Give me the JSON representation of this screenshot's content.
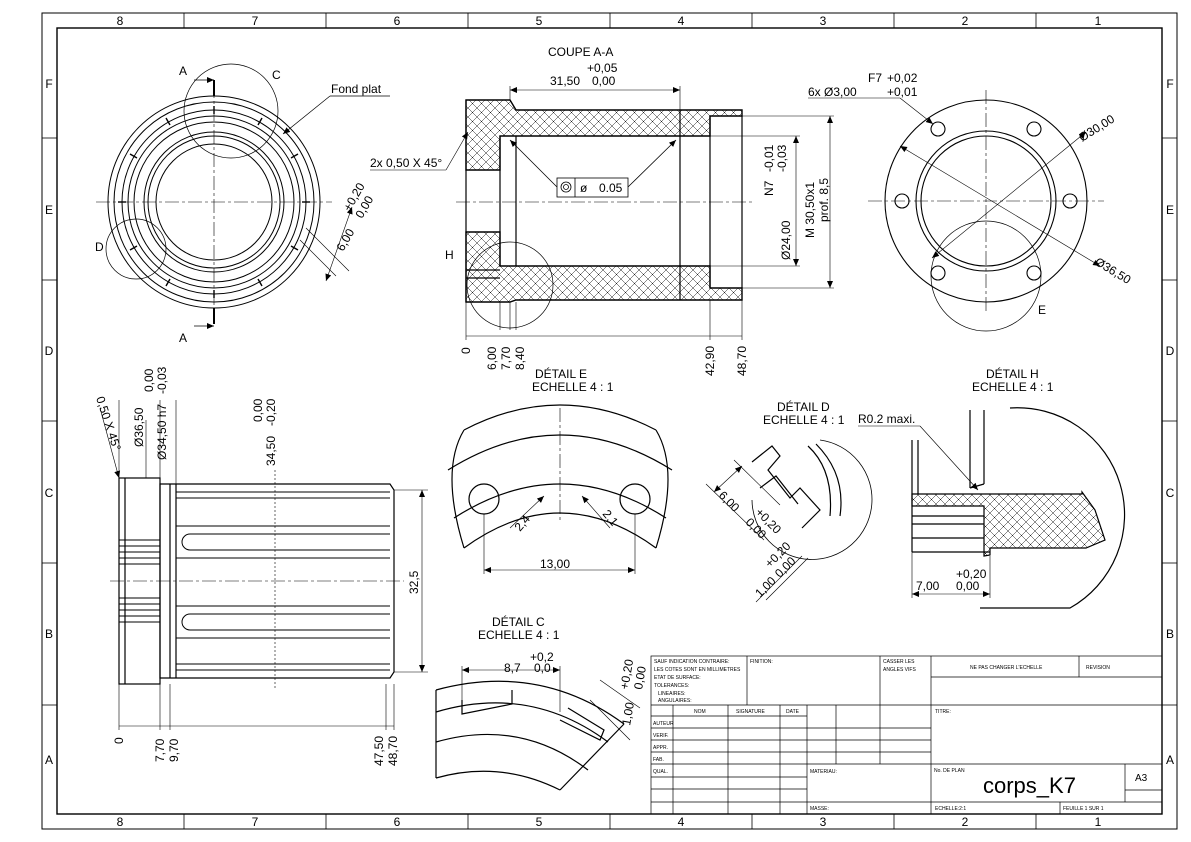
{
  "frame": {
    "columns": [
      "8",
      "7",
      "6",
      "5",
      "4",
      "3",
      "2",
      "1"
    ],
    "rows": [
      "F",
      "E",
      "D",
      "C",
      "B",
      "A"
    ]
  },
  "views": {
    "front_left": {
      "section_mark_a_top": "A",
      "section_mark_a_bottom": "A",
      "detail_c_label": "C",
      "detail_d_label": "D",
      "note_fond_plat": "Fond plat",
      "dim_6": "6,00",
      "dim_6_tol_plus": "+0,20",
      "dim_6_tol_zero": "0,00"
    },
    "section_aa": {
      "title": "COUPE A-A",
      "dim_len": "31,50",
      "dim_len_tol_plus": "+0,05",
      "dim_len_tol_zero": "0,00",
      "chamfer": "2x 0,50 X 45°",
      "concentricity": "0.05",
      "dia_bore": "Ø24,00",
      "bore_tol": "N7",
      "bore_tol_a": "-0,01",
      "bore_tol_b": "-0,03",
      "thread": "M 30,50x1",
      "thread_depth": "prof. 8,5",
      "detail_h_label": "H",
      "ord_0": "0",
      "ord_600": "6,00",
      "ord_770": "7,70",
      "ord_840": "8,40",
      "ord_4290": "42,90",
      "ord_4870": "48,70"
    },
    "end_right": {
      "holes": "6x Ø3,00",
      "holes_fit": "F7",
      "holes_tol_a": "+0,02",
      "holes_tol_b": "+0,01",
      "dia_30": "Ø30,00",
      "dia_3650": "Ø36,50",
      "detail_e_label": "E"
    },
    "side_lower": {
      "chamfer": "0,50 X 45°",
      "dia_3650": "Ø36,50",
      "dia_3450": "Ø34,50 h7",
      "dia_3450_tol_zero": "0,00",
      "dia_3450_tol_minus": "-0,03",
      "mid_dim": "34,50",
      "mid_tol_zero": "0,00",
      "mid_tol_minus": "-0,20",
      "height": "32,5",
      "ord_0": "0",
      "ord_770": "7,70",
      "ord_970": "9,70",
      "ord_4750": "47,50",
      "ord_4870": "48,70"
    },
    "detail_e": {
      "title": "DÉTAIL E",
      "scale": "ECHELLE 4 : 1",
      "r_left": "2,4",
      "r_right": "2,1",
      "width": "13,00"
    },
    "detail_d": {
      "title": "DÉTAIL D",
      "scale": "ECHELLE 4 : 1",
      "dim_6": "6,00",
      "dim_6_tol_plus": "+0,20",
      "dim_6_tol_zero": "0,00",
      "dim_1": "1,00",
      "dim_1_tol_plus": "+0,20",
      "dim_1_tol_zero": "0,00"
    },
    "detail_h": {
      "title": "DÉTAIL H",
      "scale": "ECHELLE 4 : 1",
      "radius_note": "R0.2 maxi.",
      "dim_7": "7,00",
      "dim_7_tol_plus": "+0,20",
      "dim_7_tol_zero": "0,00"
    },
    "detail_c": {
      "title": "DÉTAIL C",
      "scale": "ECHELLE 4 : 1",
      "dim_87": "8,7",
      "dim_87_tol_plus": "+0,2",
      "dim_87_tol_zero": "0,0",
      "dim_1": "1,00",
      "dim_1_tol_plus": "+0,20",
      "dim_1_tol_zero": "0,00"
    }
  },
  "title_block": {
    "general_note": [
      "SAUF INDICATION CONTRAIRE:",
      "LES COTES SONT EN MILLIMETRES",
      "ETAT DE SURFACE:",
      "TOLERANCES:",
      "LINEAIRES:",
      "ANGULAIRES:"
    ],
    "finition": "FINITION:",
    "casser": [
      "CASSER LES",
      "ANGLES VIFS"
    ],
    "no_scale": "NE PAS CHANGER L'ECHELLE",
    "revision": "REVISION",
    "col_nom": "NOM",
    "col_signature": "SIGNATURE",
    "col_date": "DATE",
    "rows": [
      "AUTEUR",
      "VERIF.",
      "APPR.",
      "FAB.",
      "QUAL."
    ],
    "titre": "TITRE:",
    "materiau": "MATERIAU:",
    "no_plan": "No. DE PLAN",
    "part_name": "corps_K7",
    "format": "A3",
    "masse": "MASSE:",
    "echelle": "ECHELLE:2:1",
    "feuille": "FEUILLE 1 SUR 1"
  }
}
